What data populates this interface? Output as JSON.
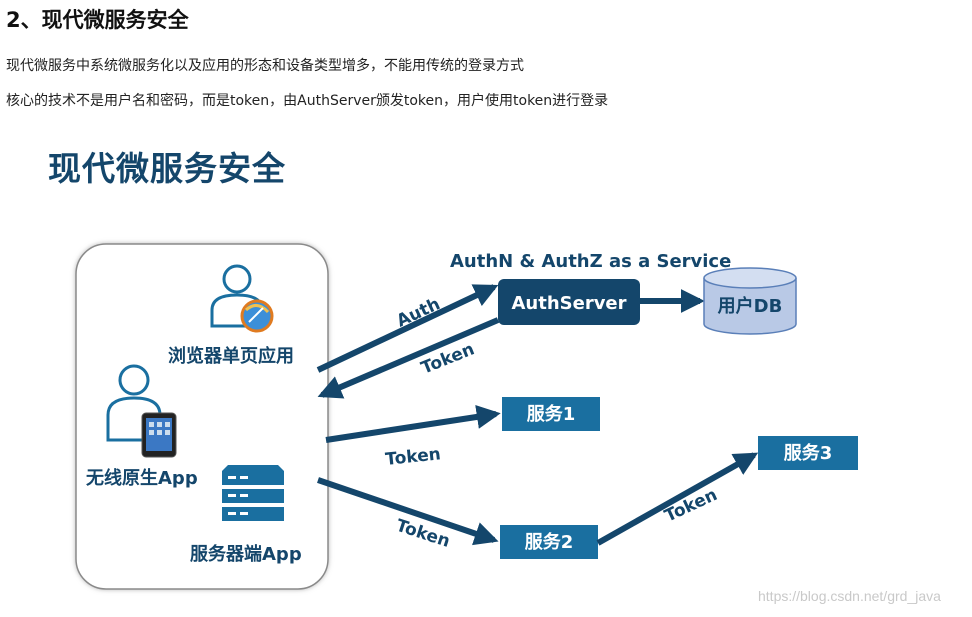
{
  "section_heading": "2、现代微服务安全",
  "paragraphs": [
    "现代微服务中系统微服务化以及应用的形态和设备类型增多，不能用传统的登录方式",
    "核心的技术不是用户名和密码，而是token，由AuthServer颁发token，用户使用token进行登录"
  ],
  "diagram": {
    "title": "现代微服务安全",
    "service_caption": "AuthN & AuthZ as a Service",
    "clients": {
      "browser": "浏览器单页应用",
      "native": "无线原生App",
      "server": "服务器端App"
    },
    "auth_server": "AuthServer",
    "user_db": "用户DB",
    "services": [
      "服务1",
      "服务2",
      "服务3"
    ],
    "edges": {
      "auth": "Auth",
      "token_back": "Token",
      "token_s1": "Token",
      "token_s2": "Token",
      "token_s3": "Token"
    },
    "colors": {
      "navy": "#14466b",
      "service_blue": "#1a6fa0",
      "db_fill": "#b9c9e6"
    }
  },
  "watermark": "https://blog.csdn.net/grd_java"
}
